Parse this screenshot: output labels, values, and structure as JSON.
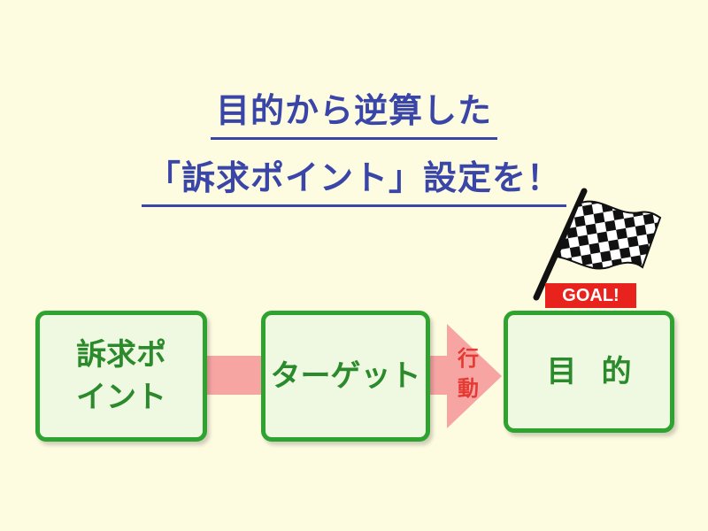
{
  "title": {
    "line1": "目的から逆算した",
    "line2": "「訴求ポイント」設定を！"
  },
  "boxes": {
    "appeal": "訴求ポイント",
    "target": "ターゲット",
    "goal": "目的"
  },
  "arrow_label": "行動",
  "goal_banner": "GOAL!",
  "colors": {
    "title": "#3a45a8",
    "box_border": "#2fa32f",
    "box_text": "#2b8a2b",
    "arrow": "#f6a5a3",
    "arrow_label": "#e53a33",
    "banner": "#e8231d"
  }
}
